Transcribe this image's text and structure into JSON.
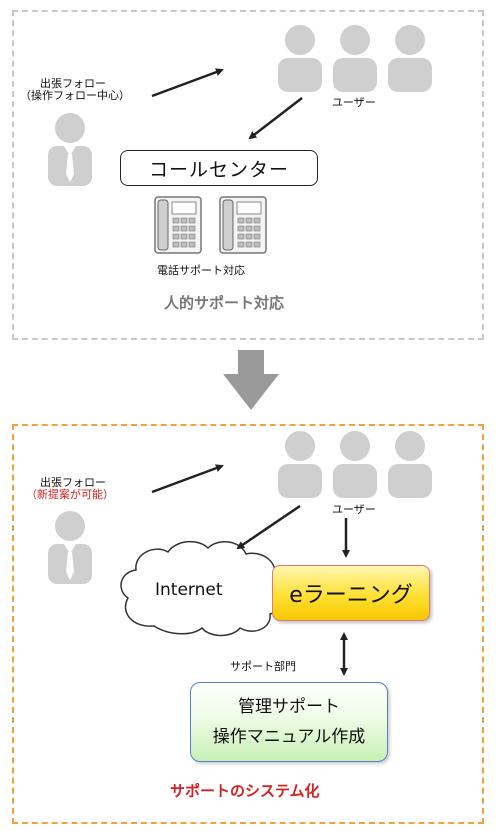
{
  "top_panel": {
    "field_visit_label": "出張フォロー",
    "field_visit_sub": "（操作フォロー中心）",
    "users_label": "ユーザー",
    "call_center_label": "コールセンター",
    "phone_support_label": "電話サポート対応",
    "caption": "人的サポート対応"
  },
  "bottom_panel": {
    "field_visit_label": "出張フォロー",
    "field_visit_sub": "（新提案が可能）",
    "users_label": "ユーザー",
    "internet_label": "Internet",
    "elearning_label": "eラーニング",
    "support_dept_label": "サポート部門",
    "mgmt_line1": "管理サポート",
    "mgmt_line2": "操作マニュアル作成",
    "caption": "サポートのシステム化"
  },
  "icons": {
    "person": "person-icon",
    "phone": "desk-phone-icon",
    "transition": "down-arrow-icon",
    "cloud": "cloud-icon"
  },
  "colors": {
    "top_border": "#c8c8c8",
    "bottom_border": "#f0a33b",
    "person_fill": "#cfcfcf",
    "arrow_gray": "#999999",
    "highlight_red": "#d42020"
  }
}
